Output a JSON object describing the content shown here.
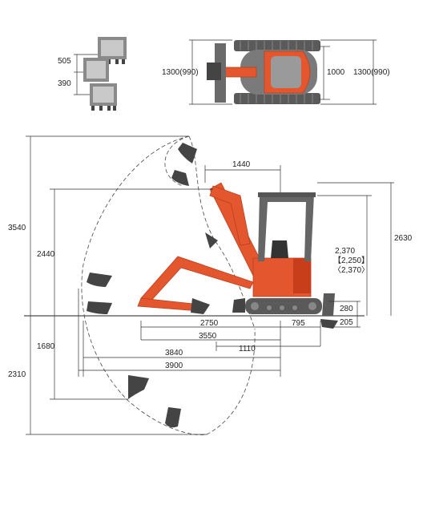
{
  "top_view": {
    "bucket_stack": {
      "upper_offset": "505",
      "lower_offset": "390"
    },
    "plan": {
      "width_left": "1300(990)",
      "blade_width": "1000",
      "width_right": "1300(990)"
    }
  },
  "side_view": {
    "max_dig_height": "3540",
    "max_dump_height": "2440",
    "max_dig_depth": "1680",
    "max_vertical_wall_depth": "2310",
    "cab_front_to_swing_center": "1440",
    "overall_height": "2630",
    "cab_height_a": "2,370",
    "cab_height_b": "【2,250】",
    "cab_height_c": "〈2,370〉",
    "blade_lift": "280",
    "blade_drop": "205",
    "overall_length_transport": "2750",
    "tail_to_center": "795",
    "min_front_swing_radius": "3550",
    "blade_reach": "1110",
    "max_dig_reach_ground": "3840",
    "max_dig_reach": "3900"
  },
  "colors": {
    "machine": "#e4572e",
    "track": "#5a5a5a",
    "line": "#333333"
  }
}
